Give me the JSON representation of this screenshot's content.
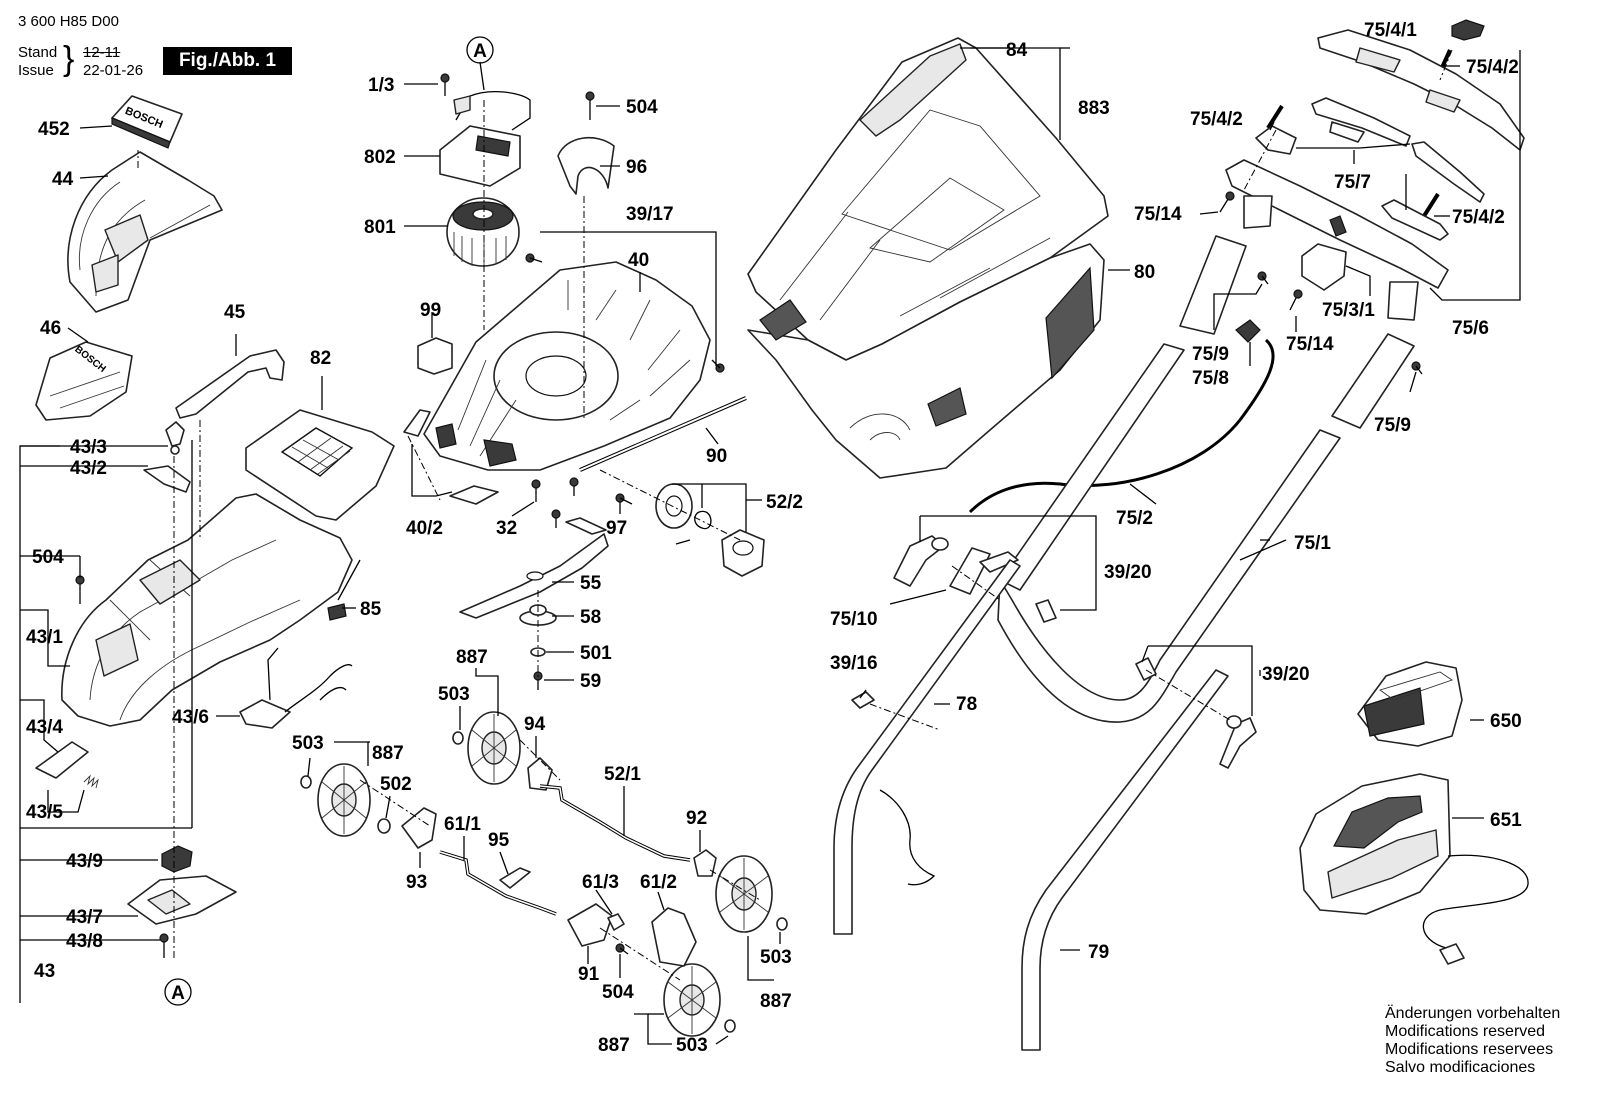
{
  "header": {
    "doc_number": "3 600 H85 D00",
    "stand_label": "Stand",
    "issue_label": "Issue",
    "old_date": "12-11",
    "date": "22-01-26",
    "fig_label": "Fig./Abb. 1"
  },
  "callouts": {
    "A": "A",
    "c1_3": "1/3",
    "c504": "504",
    "c802": "802",
    "c96": "96",
    "c801": "801",
    "c39_17": "39/17",
    "c40": "40",
    "c99": "99",
    "c84": "84",
    "c883": "883",
    "c80": "80",
    "c452": "452",
    "c44": "44",
    "c45": "45",
    "c82": "82",
    "c46": "46",
    "c43_3": "43/3",
    "c43_2": "43/2",
    "c90": "90",
    "c40_2": "40/2",
    "c32": "32",
    "c97": "97",
    "c52_2": "52/2",
    "c55": "55",
    "c58": "58",
    "c501": "501",
    "c59": "59",
    "c85": "85",
    "c43_1": "43/1",
    "c43_6": "43/6",
    "c43_4": "43/4",
    "c43_5": "43/5",
    "c887": "887",
    "c503": "503",
    "c94": "94",
    "c502": "502",
    "c52_1": "52/1",
    "c61_1": "61/1",
    "c95": "95",
    "c92": "92",
    "c93": "93",
    "c61_3": "61/3",
    "c61_2": "61/2",
    "c91": "91",
    "c43_9": "43/9",
    "c43_7": "43/7",
    "c43_8": "43/8",
    "c43": "43",
    "c75_4_1": "75/4/1",
    "c75_4_2": "75/4/2",
    "c75_7": "75/7",
    "c75_14": "75/14",
    "c75_3_1": "75/3/1",
    "c75_6": "75/6",
    "c75_9": "75/9",
    "c75_8": "75/8",
    "c75_2": "75/2",
    "c39_20": "39/20",
    "c75_1": "75/1",
    "c75_10": "75/10",
    "c39_16": "39/16",
    "c78": "78",
    "c79": "79",
    "c650": "650",
    "c651": "651"
  },
  "notes": {
    "de": "Änderungen vorbehalten",
    "en": "Modifications reserved",
    "fr": "Modifications reservees",
    "es": "Salvo modificaciones"
  },
  "brand_text": "BOSCH"
}
